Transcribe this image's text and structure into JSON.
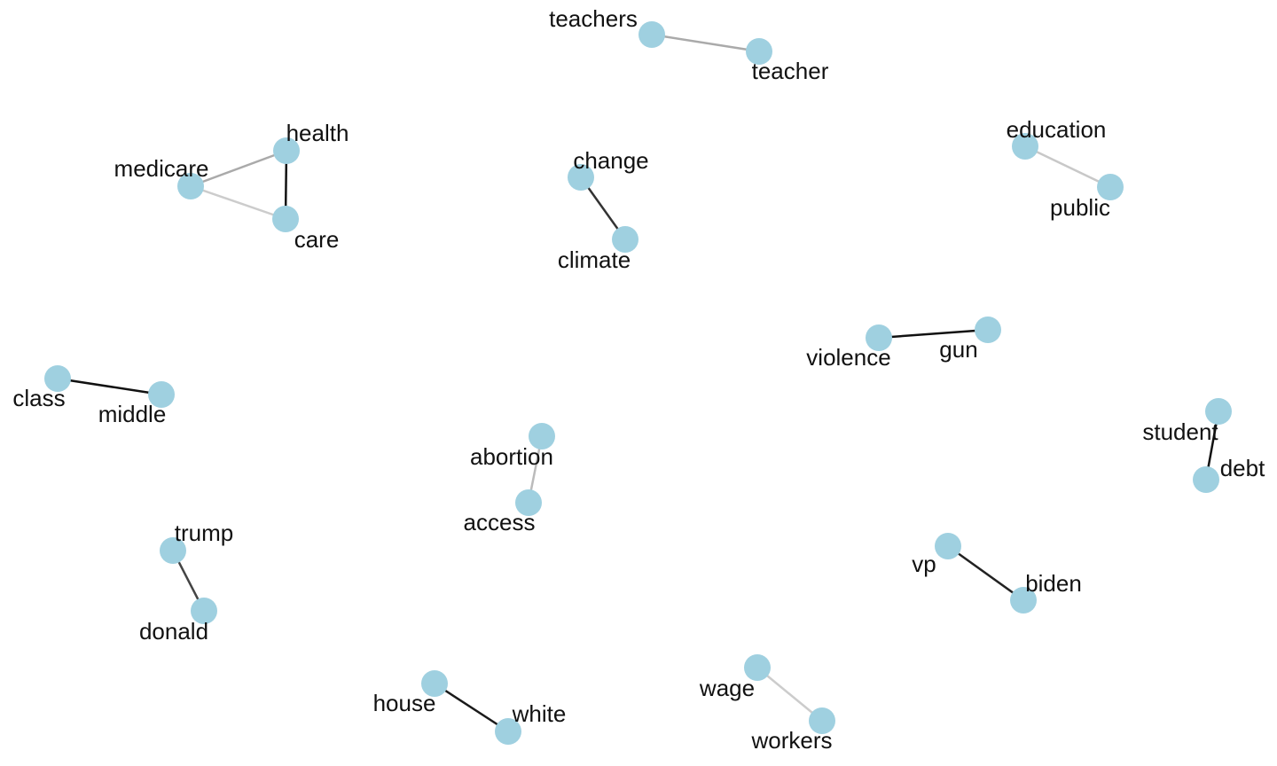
{
  "graph": {
    "node_color": "#9fd0e0",
    "label_color": "#111111",
    "nodes": [
      {
        "id": "teachers",
        "label": "teachers"
      },
      {
        "id": "teacher",
        "label": "teacher"
      },
      {
        "id": "medicare",
        "label": "medicare"
      },
      {
        "id": "health",
        "label": "health"
      },
      {
        "id": "care",
        "label": "care"
      },
      {
        "id": "change",
        "label": "change"
      },
      {
        "id": "climate",
        "label": "climate"
      },
      {
        "id": "education",
        "label": "education"
      },
      {
        "id": "public",
        "label": "public"
      },
      {
        "id": "violence",
        "label": "violence"
      },
      {
        "id": "gun",
        "label": "gun"
      },
      {
        "id": "class",
        "label": "class"
      },
      {
        "id": "middle",
        "label": "middle"
      },
      {
        "id": "abortion",
        "label": "abortion"
      },
      {
        "id": "access",
        "label": "access"
      },
      {
        "id": "student",
        "label": "student"
      },
      {
        "id": "debt",
        "label": "debt"
      },
      {
        "id": "trump",
        "label": "trump"
      },
      {
        "id": "donald",
        "label": "donald"
      },
      {
        "id": "vp",
        "label": "vp"
      },
      {
        "id": "biden",
        "label": "biden"
      },
      {
        "id": "house",
        "label": "house"
      },
      {
        "id": "white",
        "label": "white"
      },
      {
        "id": "wage",
        "label": "wage"
      },
      {
        "id": "workers",
        "label": "workers"
      }
    ],
    "edges": [
      {
        "source": "teachers",
        "target": "teacher",
        "color": "#aaaaaa"
      },
      {
        "source": "medicare",
        "target": "health",
        "color": "#aaaaaa"
      },
      {
        "source": "medicare",
        "target": "care",
        "color": "#cccccc"
      },
      {
        "source": "health",
        "target": "care",
        "color": "#111111"
      },
      {
        "source": "change",
        "target": "climate",
        "color": "#333333"
      },
      {
        "source": "education",
        "target": "public",
        "color": "#c8c8c8"
      },
      {
        "source": "violence",
        "target": "gun",
        "color": "#111111"
      },
      {
        "source": "class",
        "target": "middle",
        "color": "#111111"
      },
      {
        "source": "abortion",
        "target": "access",
        "color": "#bbbbbb"
      },
      {
        "source": "student",
        "target": "debt",
        "color": "#111111"
      },
      {
        "source": "trump",
        "target": "donald",
        "color": "#444444"
      },
      {
        "source": "vp",
        "target": "biden",
        "color": "#222222"
      },
      {
        "source": "house",
        "target": "white",
        "color": "#1a1a1a"
      },
      {
        "source": "wage",
        "target": "workers",
        "color": "#cccccc"
      }
    ]
  }
}
